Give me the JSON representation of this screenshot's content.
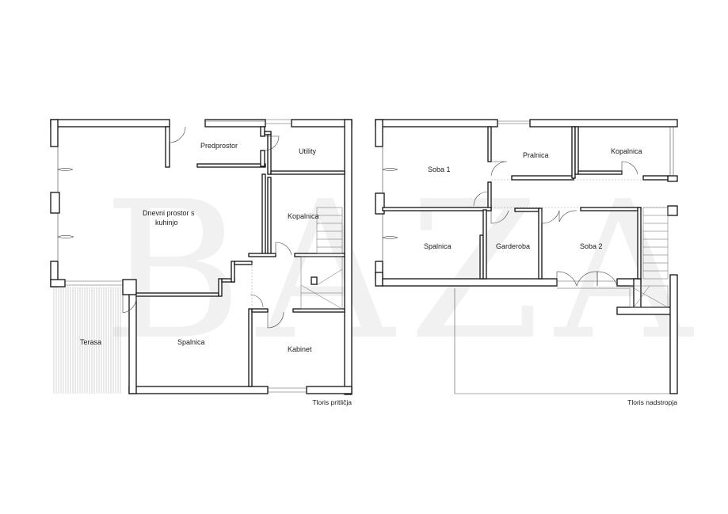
{
  "watermark": "BAZA",
  "ground_floor": {
    "caption": "Tloris pritličja",
    "rooms": {
      "predprostor": "Predprostor",
      "utility": "Utility",
      "dnevni_line1": "Dnevni prostor s",
      "dnevni_line2": "kuhinjo",
      "kopalnica": "Kopalnica",
      "terasa": "Terasa",
      "spalnica": "Spalnica",
      "kabinet": "Kabinet"
    }
  },
  "upper_floor": {
    "caption": "Tloris nadstropja",
    "rooms": {
      "soba1": "Soba 1",
      "pralnica": "Pralnica",
      "kopalnica": "Kopalnica",
      "spalnica": "Spalnica",
      "garderoba": "Garderoba",
      "soba2": "Soba 2"
    }
  }
}
